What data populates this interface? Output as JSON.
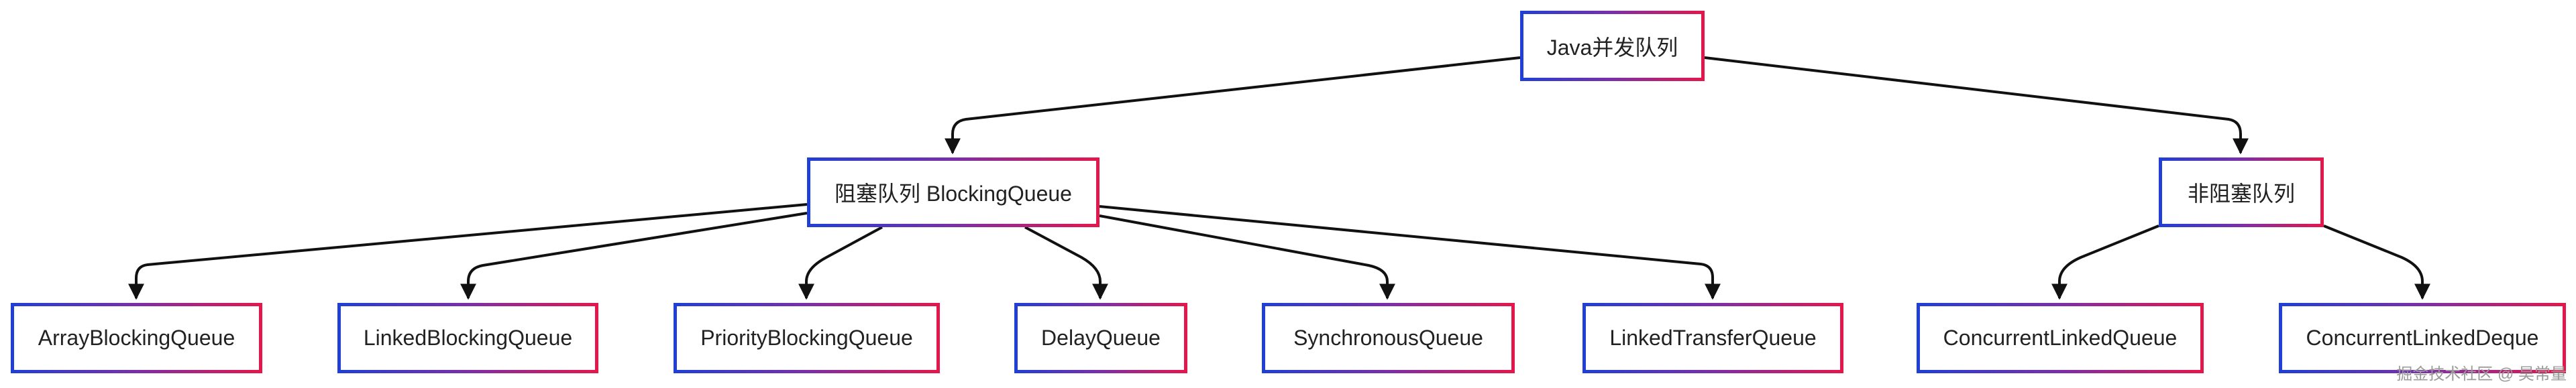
{
  "diagram": {
    "root": "Java并发队列",
    "blocking": "阻塞队列 BlockingQueue",
    "nonblocking": "非阻塞队列",
    "blocking_children": [
      "ArrayBlockingQueue",
      "LinkedBlockingQueue",
      "PriorityBlockingQueue",
      "DelayQueue",
      "SynchronousQueue",
      "LinkedTransferQueue"
    ],
    "nonblocking_children": [
      "ConcurrentLinkedQueue",
      "ConcurrentLinkedDeque"
    ]
  },
  "watermark": "掘金技术社区 @ 昊常量",
  "colors": {
    "border_start": "#1f3fd6",
    "border_end": "#e5164b",
    "edge": "#111111"
  }
}
